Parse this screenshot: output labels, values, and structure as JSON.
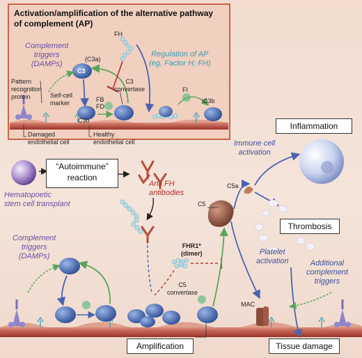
{
  "inset": {
    "title": "Activation/amplification of the alternative pathway\nof complement (AP)",
    "complement_triggers": "Complement\ntriggers\n(DAMPs)",
    "pattern_recognition": "Pattern\nrecognition\nprotein",
    "self_cell_marker": "Self-cell\nmarker",
    "damaged_cell": "Damaged\nendothelial cell",
    "healthy_cell": "Healthy\nendothelial cell",
    "c3": "C3",
    "c3a": "(C3a)",
    "c3b": "C3b",
    "fb": "FB",
    "fd": "FD",
    "c3_convertase": "C3\nconvertase",
    "fh": "FH",
    "regulation": "Regulation of AP\n(eg, Factor H; FH)",
    "fi": "FI",
    "ic3b": "iC3b"
  },
  "main": {
    "hsct": "Hematopoetic\nstem cell transplant",
    "autoimmune": "“Autoimmune”\nreaction",
    "anti_fh": "Anti FH\nantibodies",
    "complement_triggers": "Complement\ntriggers\n(DAMPs)",
    "fhr1": "FHR1*\n(dimer)",
    "c5": "C5",
    "c5a": "C5a",
    "c5_convertase": "C5\nconvertase",
    "mac": "MAC",
    "immune_activation": "Immune cell\nactivation",
    "inflammation": "Inflammation",
    "thrombosis": "Thrombosis",
    "platelet_activation": "Platelet\nactivation",
    "additional_triggers": "Additional\ncomplement\ntriggers",
    "amplification": "Amplification",
    "tissue_damage": "Tissue damage"
  },
  "colors": {
    "cell": "#3c67b1",
    "membrane": "#c04a3a",
    "green_arrow": "#5ca45c",
    "blue_arrow": "#4a63b0",
    "inhibit": "#b43b3b",
    "inset_bg": "#f1d0c0",
    "inset_border": "#c86548"
  }
}
